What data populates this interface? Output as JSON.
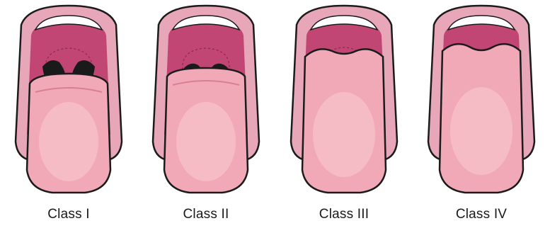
{
  "panels": [
    {
      "label": "Class I"
    },
    {
      "label": "Class II"
    },
    {
      "label": "Class III"
    },
    {
      "label": "Class IV"
    }
  ],
  "colors": {
    "outline": "#1b1b1b",
    "lip": "#e8a6b9",
    "lip_shadow": "#c7698a",
    "mouth_cavity": "#c14673",
    "teeth": "#ffffff",
    "uvula_dark": "#1a1a1a",
    "tongue": "#f2a9b7",
    "tongue_highlight": "#f9ccd4",
    "tongue_shadow": "#d8808f"
  }
}
